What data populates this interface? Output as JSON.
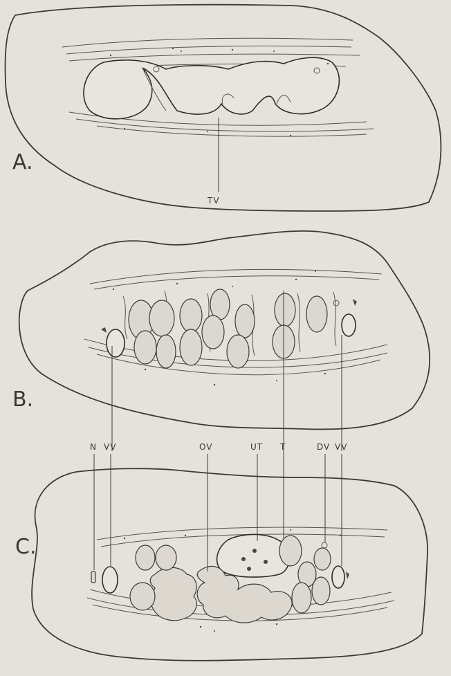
{
  "panels": [
    {
      "letter": "A.",
      "labels": [
        "TV"
      ]
    },
    {
      "letter": "B.",
      "labels": []
    },
    {
      "letter": "C.",
      "labels": [
        "N",
        "VV",
        "OV",
        "UT",
        "T",
        "DV",
        "VV"
      ]
    }
  ],
  "colors": {
    "background": "#e5e2dc",
    "ink": "#3c3a36"
  }
}
